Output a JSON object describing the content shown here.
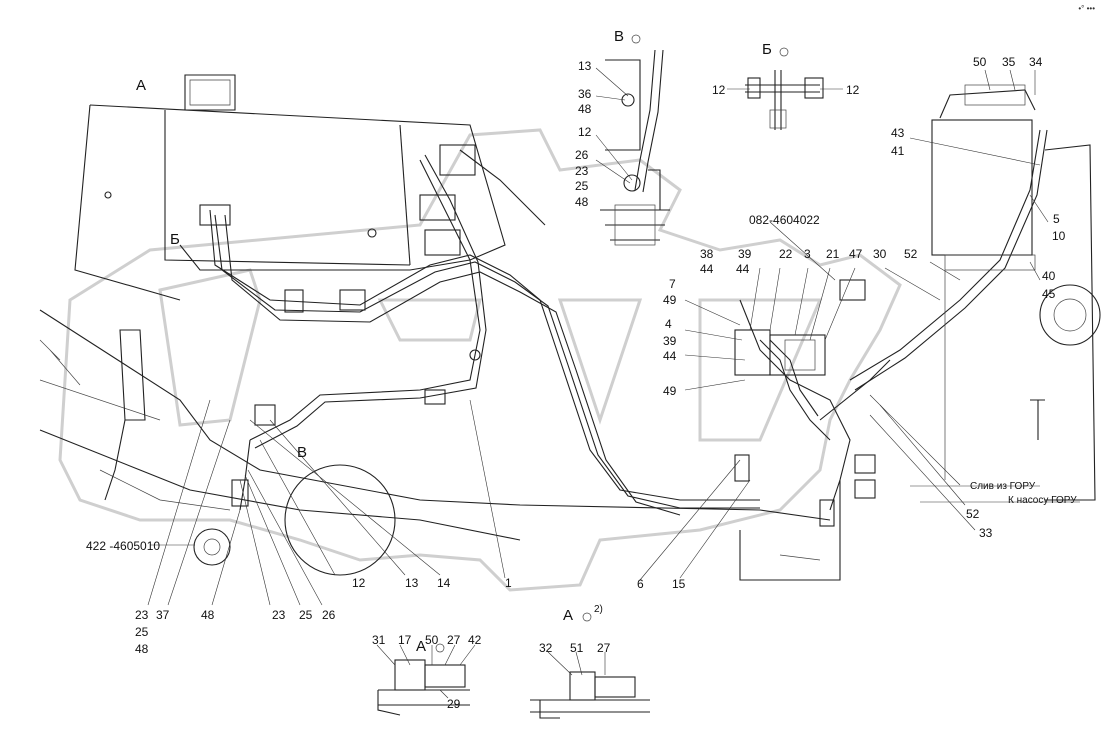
{
  "corner_mark": "•° •••",
  "view_labels": {
    "a_main": "А",
    "b_main": "Б",
    "v_main": "В",
    "v_top": "В",
    "b_top": "Б",
    "a_bottom1": "А",
    "a_bottom2": "А",
    "a_bottom2_note": "2)"
  },
  "part_codes": {
    "code_422": "422 -4605010",
    "code_082": "082-4604022"
  },
  "annotations": {
    "drain": "Слив из ГОРУ",
    "to_pump": "К насосу ГОРУ"
  },
  "callouts": {
    "n13_top": "13",
    "n36": "36",
    "n48_top": "48",
    "n12_v": "12",
    "n26_v": "26",
    "n23_v": "23",
    "n25_v": "25",
    "n48_v": "48",
    "n12_bl": "12",
    "n12_br": "12",
    "n50_r": "50",
    "n35": "35",
    "n34": "34",
    "n43": "43",
    "n41": "41",
    "n5": "5",
    "n10": "10",
    "n40": "40",
    "n45": "45",
    "n38": "38",
    "n44_a": "44",
    "n39_a": "39",
    "n44_b": "44",
    "n22": "22",
    "n3": "3",
    "n21": "21",
    "n47": "47",
    "n30": "30",
    "n52_a": "52",
    "n7": "7",
    "n49_a": "49",
    "n4": "4",
    "n39_b": "39",
    "n44_c": "44",
    "n49_b": "49",
    "n52_b": "52",
    "n33": "33",
    "n12_bot": "12",
    "n13_bot": "13",
    "n14": "14",
    "n1": "1",
    "n6": "6",
    "n15": "15",
    "n23_a": "23",
    "n37": "37",
    "n25_a": "25",
    "n48_a": "48",
    "n48_b": "48",
    "n23_b": "23",
    "n25_b": "25",
    "n26_b": "26",
    "n31": "31",
    "n17": "17",
    "n50_b": "50",
    "n27_a": "27",
    "n42": "42",
    "n29": "29",
    "n32": "32",
    "n51": "51",
    "n27_b": "27"
  }
}
